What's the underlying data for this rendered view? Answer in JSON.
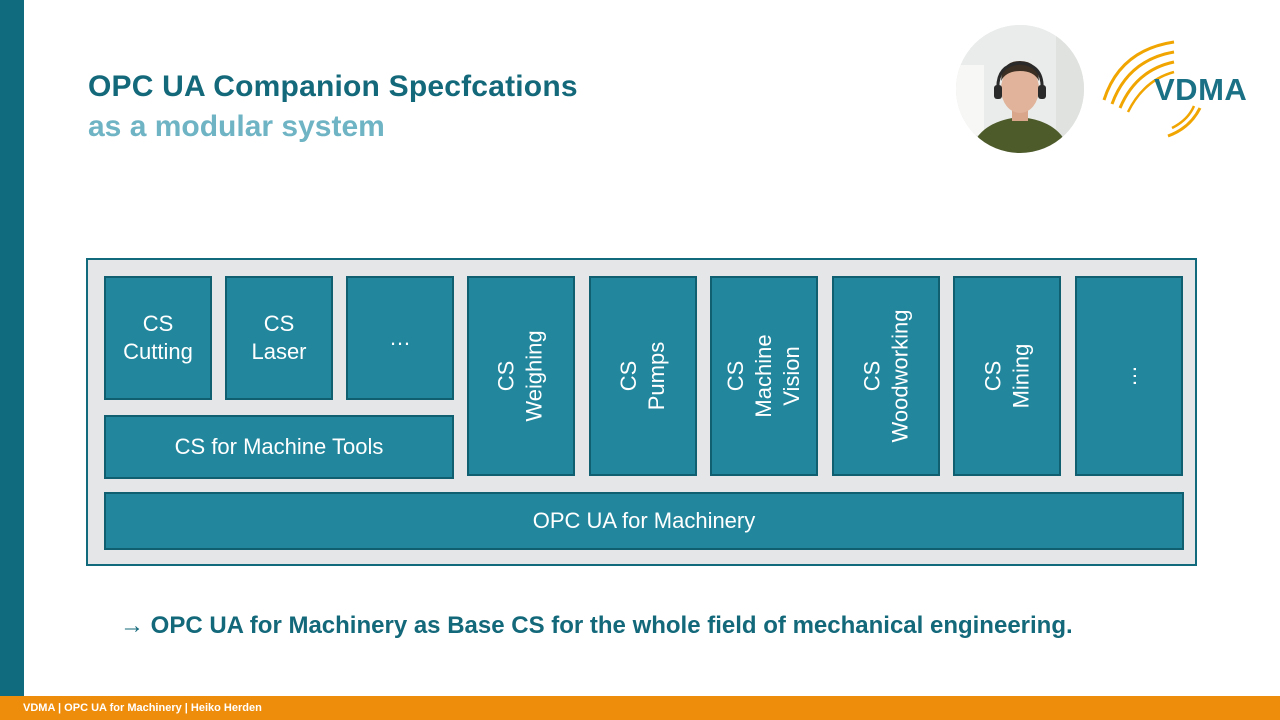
{
  "slide": {
    "title": "OPC UA Companion Specfcations",
    "subtitle": "as a modular system",
    "statement_arrow": "→",
    "statement": "OPC UA for Machinery as Base CS for the whole field of mechanical engineering."
  },
  "logo": {
    "text": "VDMA",
    "color": "#1a7085",
    "accent": "#f0a500"
  },
  "diagram": {
    "top_blocks": [
      "CS\nCutting",
      "CS\nLaser",
      "…"
    ],
    "machine_tools": "CS for Machine Tools",
    "vertical_blocks": [
      "CS\nWeighing",
      "CS\nPumps",
      "CS\nMachine Vision",
      "CS\nWoodworking",
      "CS\nMining",
      "…"
    ],
    "base": "OPC UA for Machinery",
    "block_color": "#22879d"
  },
  "footer": {
    "text": "VDMA | OPC UA for Machinery | Heiko Herden",
    "color": "#ee8c0b"
  }
}
